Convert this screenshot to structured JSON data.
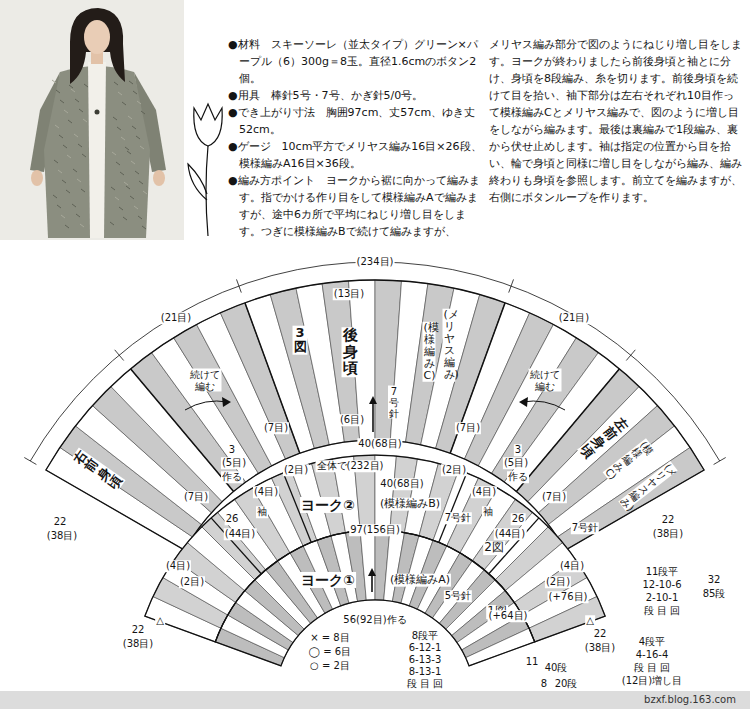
{
  "diagram": {
    "labels": [
      "●材料　スキーソーレ（並太タイプ）グリーン×パープル（6）300g＝8玉。直径1.6cmのボタン2個。",
      "●用具　棒針5号・7号、かぎ針5/0号。",
      "●でき上がり寸法　胸囲97cm、丈57cm、ゆき丈52cm。",
      "●ゲージ　10cm平方でメリヤス編み16目×26段、模様編みA16目×36段。",
      "●編み方ポイント　ヨークから裾に向かって編みます。指でかける作り目をして模様編みAで編みますが、途中6カ所で平均にねじり増し目をします。つぎに模様編みBで続けて編みますが、",
      "メリヤス編み部分で図のようにねじり増し目をします。ヨークが終わりましたら前後身頃と袖とに分け、身頃を8段編み、糸を切ります。前後身頃を続けて目を拾い、袖下部分は左右それぞれ10目作って模様編みCとメリヤス編みで、図のように増し目をしながら編みます。最後は裏編みで1段編み、裏から伏せ止めします。袖は指定の位置から目を拾い、輪で身頃と同様に増し目をしながら編み、編み終わりも身頃を参照します。前立てを編みますが、右側にボタンループを作ります。",
      "(234目)",
      "(13目)",
      "(21目)",
      "(21目)",
      "3図",
      "後身頃",
      "(メリヤス編み)",
      "(模様編みC)",
      "7号針",
      "続けて編む",
      "続けて編む",
      "(6目)",
      "(7目)",
      "(7目)",
      "40(68目)",
      "全体で(232目)",
      "40(68目)",
      "ヨーク②",
      "(模様編みB)",
      "7号針",
      "97(156目)",
      "ヨーク①",
      "(模様編みA)",
      "5号針",
      "56(92目)作る",
      "1図",
      "2図",
      "3",
      "(5目)",
      "作る",
      "(2目)",
      "(4目)",
      "(7目)",
      "袖",
      "26",
      "(44目)",
      "3",
      "(5目)",
      "作る",
      "(2目)",
      "(4目)",
      "(7目)",
      "袖",
      "26",
      "(44目)",
      "(4目)",
      "(2目)",
      "(4目)",
      "(2目)",
      "22",
      "(38目)",
      "22",
      "(38目)",
      "22",
      "(38目)",
      "22",
      "(38目)",
      "32",
      "85段",
      "△",
      "△",
      "× = 8目",
      "◯ = 6目",
      "○ = 2目",
      "8段平",
      "6-12-1",
      "6-13-3",
      "8-13-1",
      "段 目 回",
      "(+64目)",
      "(+76目)",
      "11段平",
      "12-10-6",
      "2-10-1",
      "段 目 回",
      "4段平",
      "4-16-4",
      "段 目 回",
      "(12目)増し目",
      "11",
      "40段",
      "8",
      "20段",
      "右前身頃",
      "左前身頃",
      "(模様編みC)",
      "(メリヤス編み)",
      "7号針",
      "bzxf.blog.163.com"
    ]
  }
}
